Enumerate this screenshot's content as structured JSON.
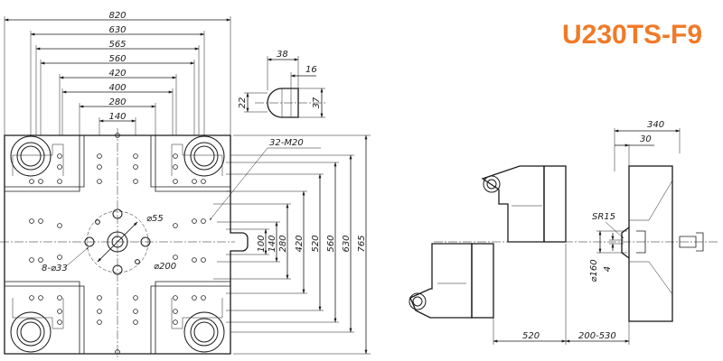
{
  "title": "U230TS-F9",
  "top_widths": [
    "820",
    "630",
    "565",
    "560",
    "420",
    "400",
    "280",
    "140"
  ],
  "right_heights": [
    "100",
    "140",
    "280",
    "420",
    "520",
    "560",
    "630",
    "765"
  ],
  "thread_label": "32-M20",
  "dia_inner": "⌀55",
  "dia_outer": "⌀200",
  "holes_label": "8-⌀33",
  "nozzle": {
    "w38": "38",
    "w16": "16",
    "h22": "22",
    "h37": "37"
  },
  "side_top": {
    "d340": "340",
    "d30": "30"
  },
  "side_labels": {
    "sr15": "SR15",
    "dia160": "⌀160",
    "d4": "4"
  },
  "side_bottom": {
    "d520": "520",
    "d200_530": "200-530"
  }
}
